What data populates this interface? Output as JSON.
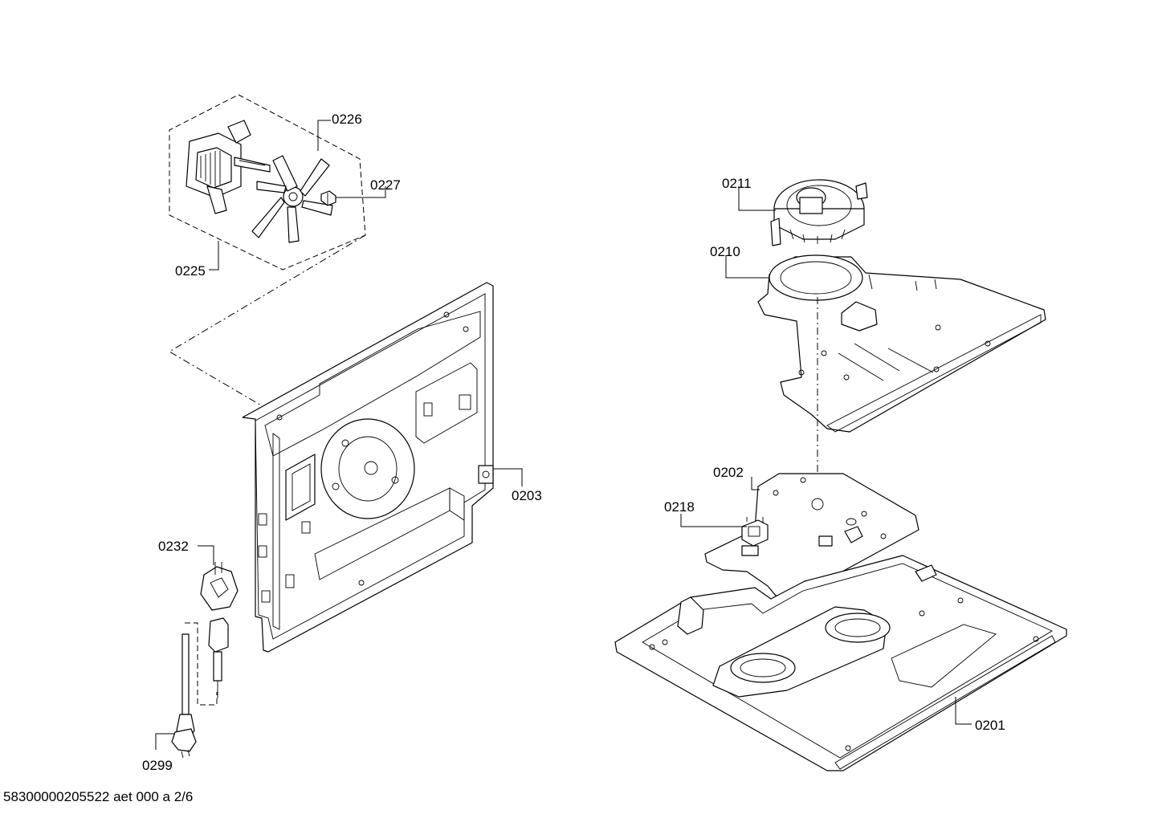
{
  "diagram": {
    "parts": [
      {
        "id": "0226"
      },
      {
        "id": "0227"
      },
      {
        "id": "0225"
      },
      {
        "id": "0211"
      },
      {
        "id": "0210"
      },
      {
        "id": "0203"
      },
      {
        "id": "0202"
      },
      {
        "id": "0218"
      },
      {
        "id": "0232"
      },
      {
        "id": "0201"
      },
      {
        "id": "0299"
      }
    ],
    "footer": "58300000205522 aet 000 a 2/6"
  }
}
